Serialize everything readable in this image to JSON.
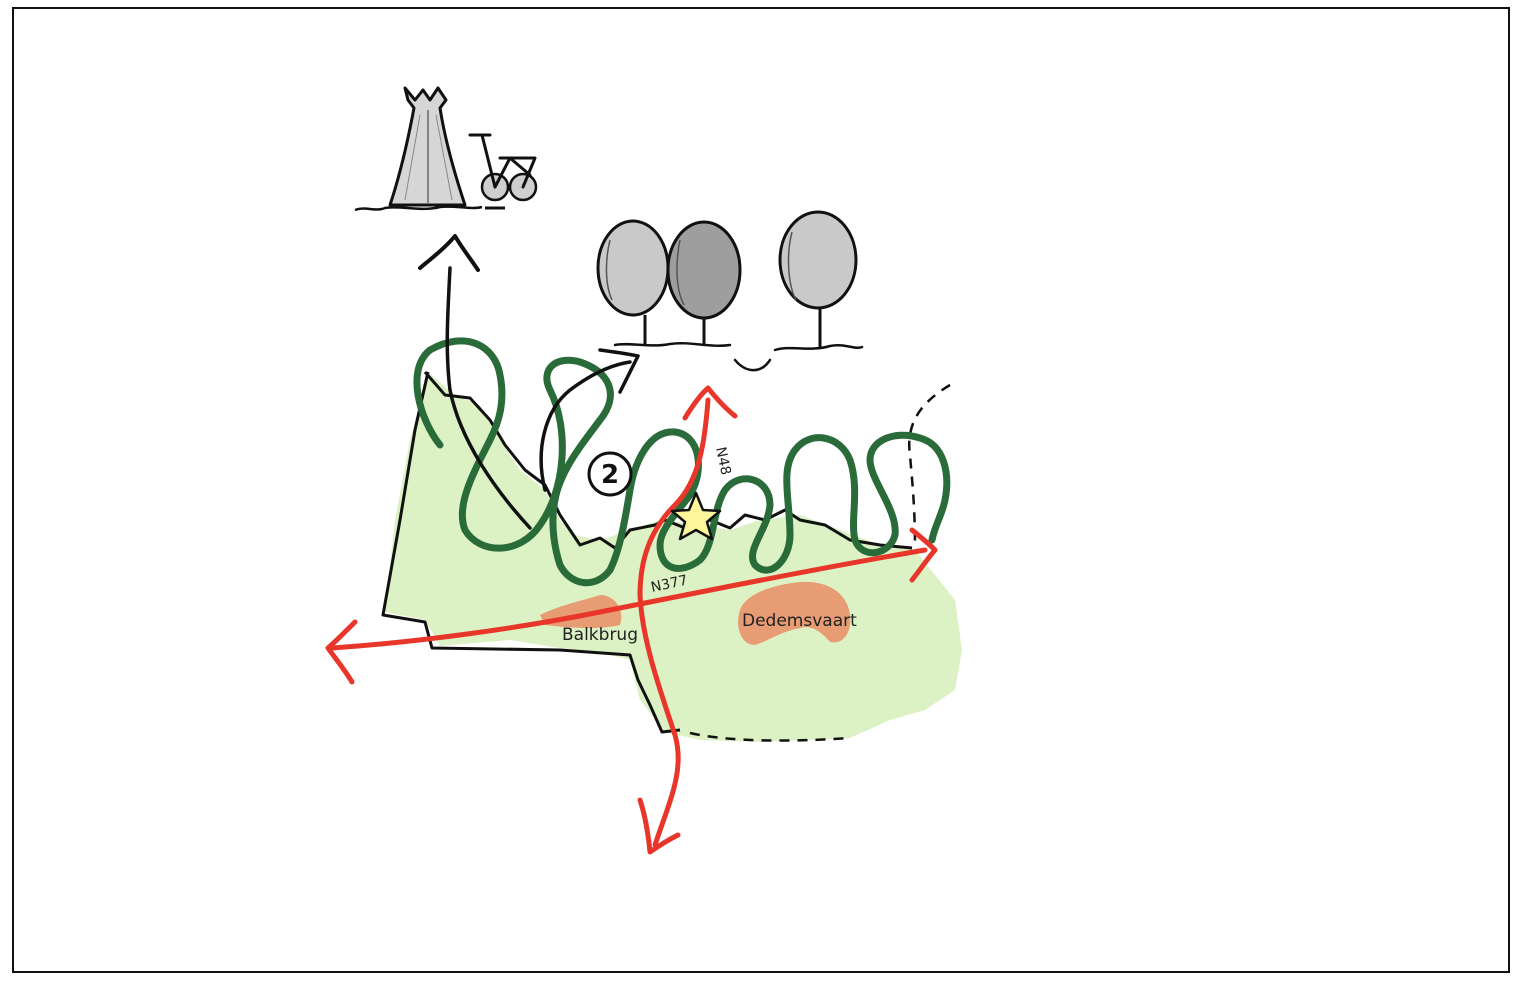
{
  "map": {
    "marker_number": "2",
    "roads": {
      "east_west": "N377",
      "north_south": "N48"
    },
    "towns": [
      {
        "name": "Balkbrug"
      },
      {
        "name": "Dedemsvaart"
      }
    ],
    "colors": {
      "region_fill": "#dcf2c4",
      "road": "#e8372a",
      "green_corridor": "#2a6b3a",
      "town": "#e8926a",
      "star": "#fff59a"
    },
    "icons": [
      "tent-icon",
      "bicycle-icon",
      "tree-icon",
      "star-icon"
    ]
  }
}
